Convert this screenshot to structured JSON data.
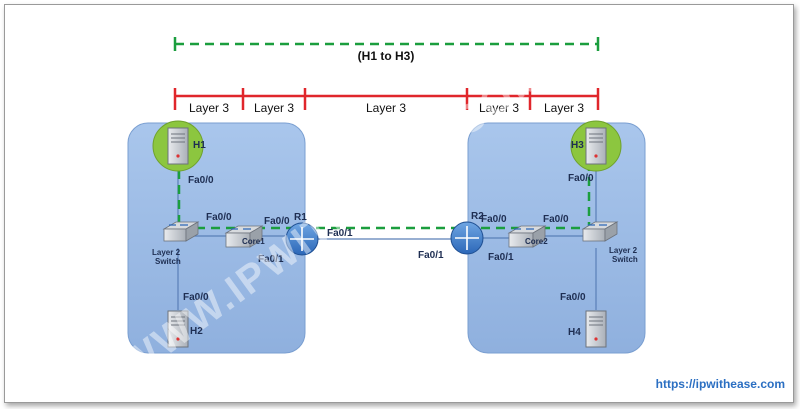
{
  "path_label": "(H1 to H3)",
  "layers": [
    "Layer 3",
    "Layer 3",
    "Layer 3",
    "Layer 3",
    "Layer 3"
  ],
  "hosts": {
    "h1": "H1",
    "h2": "H2",
    "h3": "H3",
    "h4": "H4"
  },
  "devices": {
    "core1": "Core1",
    "core2": "Core2",
    "r1": "R1",
    "r2": "R2",
    "sw_left": "Layer 2\nSwitch",
    "sw_right": "Layer 2\nSwitch"
  },
  "interfaces": {
    "h1": "Fa0/0",
    "h2": "Fa0/0",
    "sw_left_core1": "Fa0/0",
    "core1_up": "Fa0/0",
    "core1_down": "Fa0/1",
    "r1": "Fa0/1",
    "r2": "Fa0/1",
    "core2_left": "Fa0/0",
    "core2_right": "Fa0/0",
    "core2_down": "Fa0/1",
    "h3": "Fa0/0",
    "h4": "Fa0/0"
  },
  "watermark": "WWW.IPWITHEASE.COM",
  "footer_url": "https://ipwithease.com",
  "colors": {
    "site_fill": "#9dbde6",
    "path_green": "#1b9e3e",
    "layer_red": "#e0262b",
    "host_ring": "#8cc63f"
  }
}
